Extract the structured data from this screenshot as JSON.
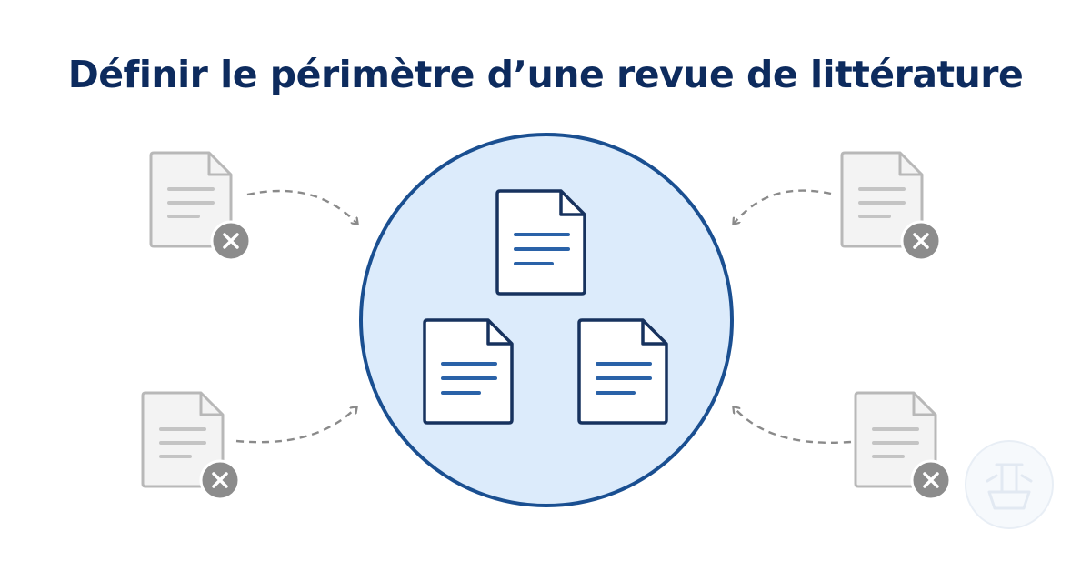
{
  "title": "Définir le périmètre d’une revue de littérature",
  "colors": {
    "title": "#0d2b5e",
    "circle_fill": "#dcebfb",
    "circle_stroke": "#1a4f91",
    "doc_included_stroke": "#17325e",
    "doc_included_lines": "#2a62a8",
    "doc_excluded_fill": "#f3f3f3",
    "doc_excluded_stroke": "#b8b8b8",
    "doc_excluded_lines": "#c4c4c4",
    "reject_badge": "#8c8c8c",
    "arrow": "#8a8a8a",
    "watermark": "#e6edf5"
  },
  "icons": {
    "included_document": "document-icon",
    "excluded_document": "document-icon",
    "reject_mark": "close-icon",
    "arrow": "arrow-icon",
    "watermark": "logo-mark"
  },
  "diagram": {
    "included_documents": 3,
    "excluded_documents": 4
  }
}
